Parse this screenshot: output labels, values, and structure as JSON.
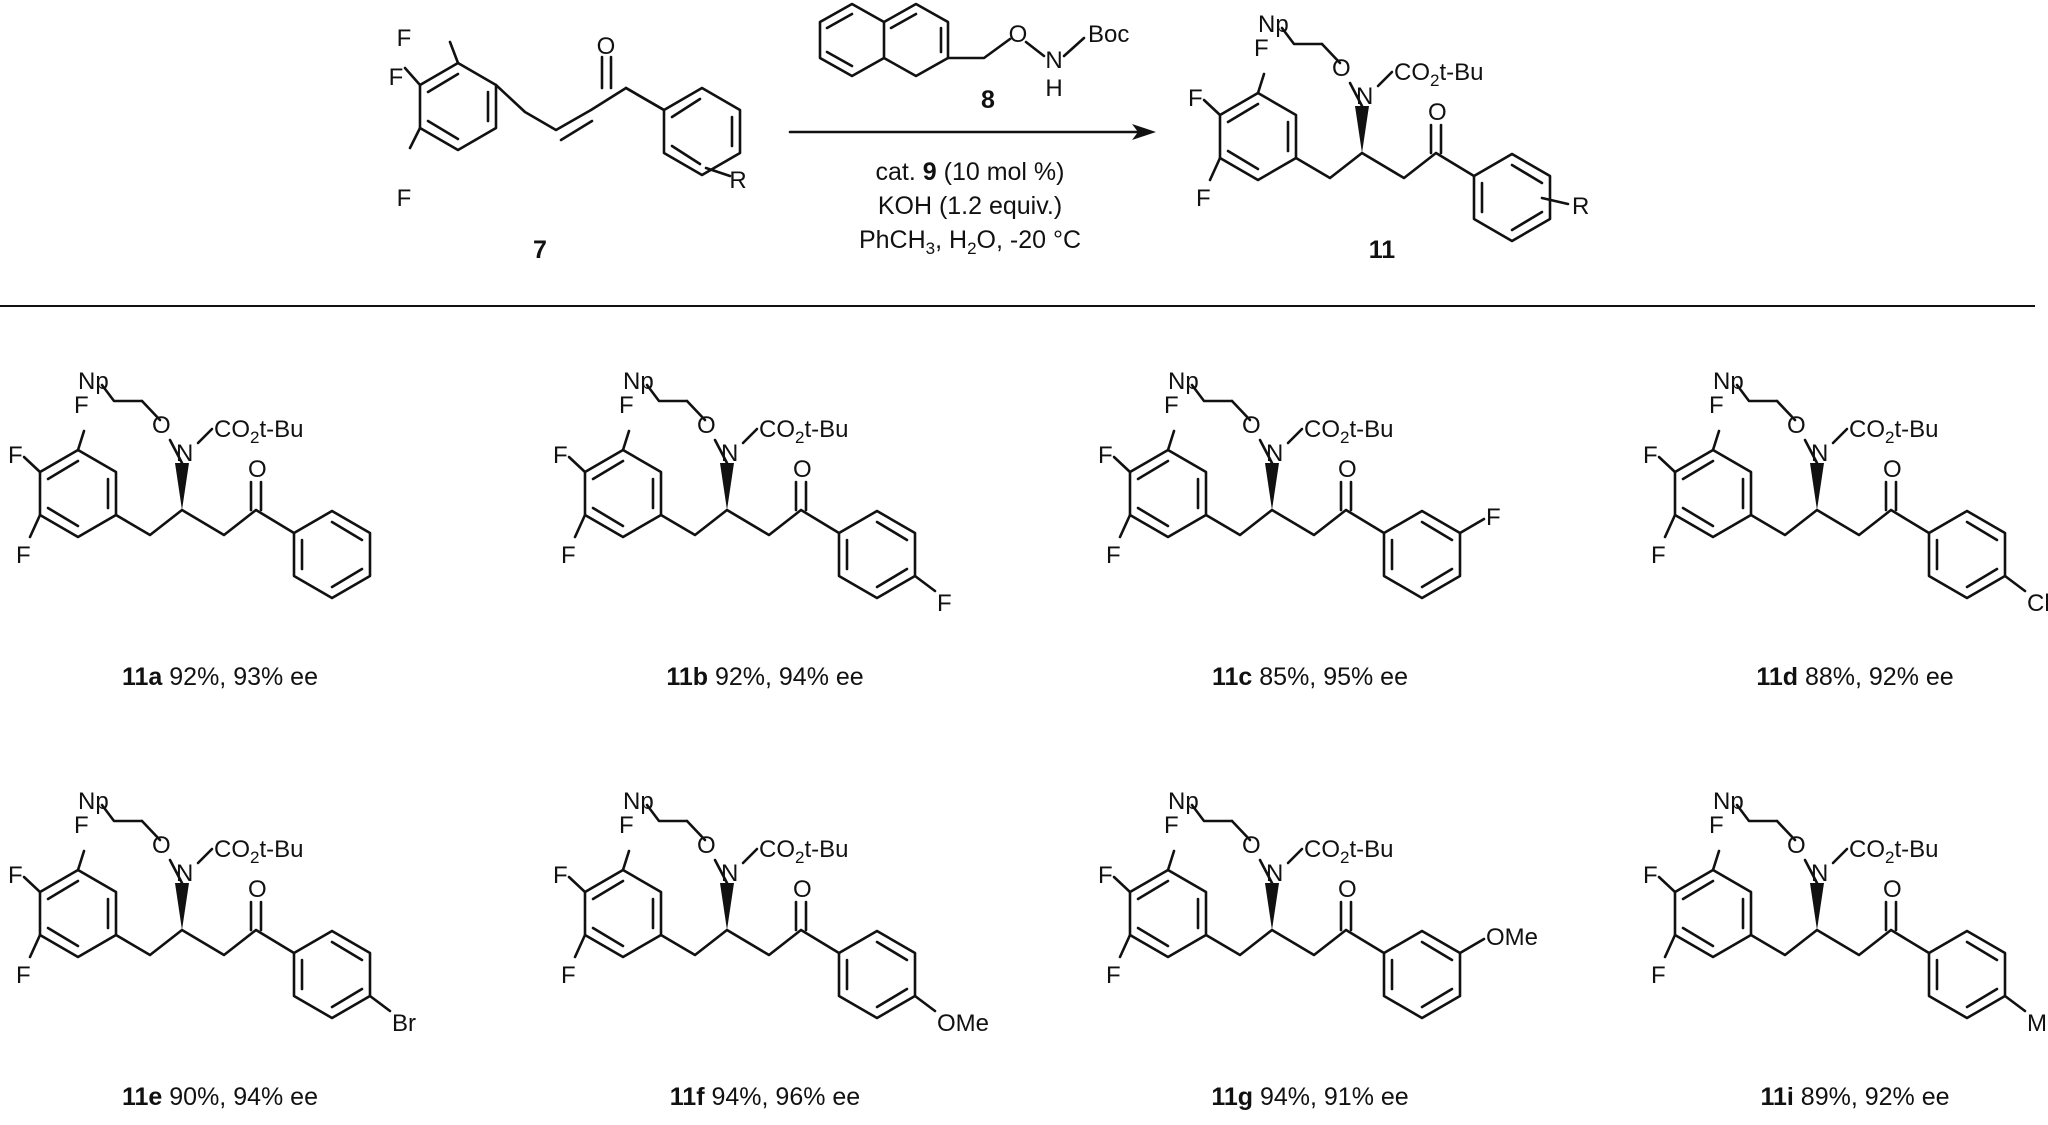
{
  "scheme": {
    "reactant": {
      "id": "7",
      "substituent": "R",
      "fluorine": "F",
      "carbonyl_o": "O"
    },
    "reagent": {
      "id": "8",
      "label_o": "O",
      "label_n": "N",
      "label_h": "H",
      "label_boc": "Boc"
    },
    "conditions": [
      {
        "prefix": "cat. ",
        "bold": "9",
        "suffix": " (10 mol %)"
      },
      {
        "prefix": "KOH (1.2 equiv.)",
        "bold": "",
        "suffix": ""
      },
      {
        "prefix": "PhCH",
        "sub1": "3",
        "mid": ", H",
        "sub2": "2",
        "suffix": "O, -20 °C"
      }
    ],
    "product": {
      "id": "11",
      "substituent": "R"
    },
    "group_labels": {
      "np": "Np",
      "o": "O",
      "n": "N",
      "co2": "CO",
      "two": "2",
      "tbu": "t-Bu",
      "f": "F",
      "carbonyl_o": "O"
    }
  },
  "products": [
    {
      "id": "11a",
      "sub": "",
      "pos": "none",
      "result": " 92%, 93% ee"
    },
    {
      "id": "11b",
      "sub": "F",
      "pos": "para",
      "result": " 92%, 94% ee"
    },
    {
      "id": "11c",
      "sub": "F",
      "pos": "meta",
      "result": " 85%, 95% ee"
    },
    {
      "id": "11d",
      "sub": "Cl",
      "pos": "para",
      "result": " 88%, 92% ee"
    },
    {
      "id": "11e",
      "sub": "Br",
      "pos": "para",
      "result": " 90%, 94% ee"
    },
    {
      "id": "11f",
      "sub": "OMe",
      "pos": "para",
      "result": "  94%, 96% ee"
    },
    {
      "id": "11g",
      "sub": "OMe",
      "pos": "meta",
      "result": " 94%, 91% ee"
    },
    {
      "id": "11i",
      "sub": "Me",
      "pos": "para",
      "result": " 89%, 92% ee"
    }
  ]
}
